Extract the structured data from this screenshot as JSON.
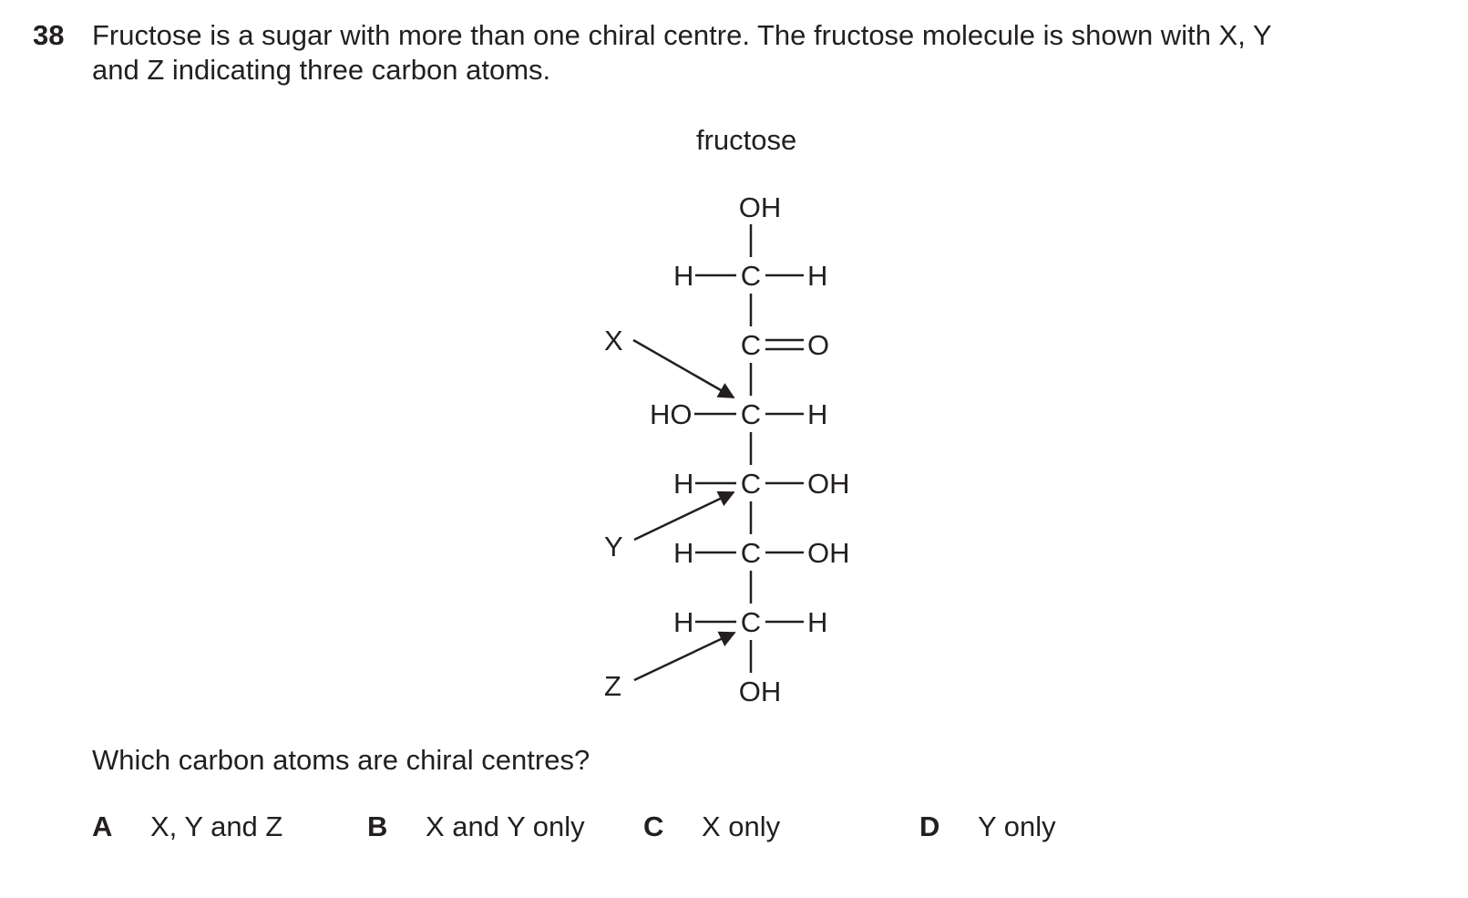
{
  "question": {
    "number": "38",
    "stem_line1": "Fructose is a sugar with more than one chiral centre. The fructose molecule is shown with X, Y",
    "stem_line2": "and Z indicating three carbon atoms.",
    "prompt": "Which carbon atoms are chiral centres?"
  },
  "diagram": {
    "title": "fructose",
    "top_group": "OH",
    "bottom_group": "OH",
    "rows": [
      {
        "left": "H",
        "center": "C",
        "right": "H"
      },
      {
        "left": "",
        "center": "C",
        "right": "O"
      },
      {
        "left": "HO",
        "center": "C",
        "right": "H"
      },
      {
        "left": "H",
        "center": "C",
        "right": "OH"
      },
      {
        "left": "H",
        "center": "C",
        "right": "OH"
      },
      {
        "left": "H",
        "center": "C",
        "right": "H"
      }
    ],
    "markers": {
      "x": "X",
      "y": "Y",
      "z": "Z"
    }
  },
  "options": [
    {
      "letter": "A",
      "text": "X, Y and Z"
    },
    {
      "letter": "B",
      "text": "X and Y only"
    },
    {
      "letter": "C",
      "text": "X only"
    },
    {
      "letter": "D",
      "text": "Y only"
    }
  ]
}
